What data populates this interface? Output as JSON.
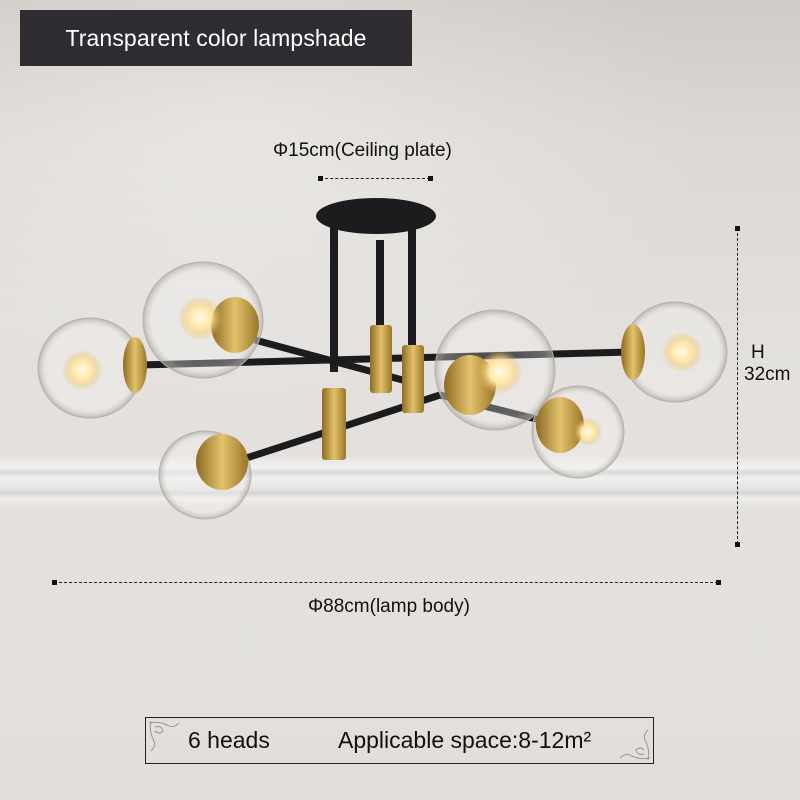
{
  "title": "Transparent color lampshade",
  "dimensions": {
    "ceiling_plate": "Φ15cm(Ceiling plate)",
    "height_label": "H",
    "height_value": "32cm",
    "lamp_body": "Φ88cm(lamp body)"
  },
  "specs": {
    "heads": "6 heads",
    "applicable_space": "Applicable space:8-12m²"
  },
  "colors": {
    "title_bg": "#2f2d31",
    "metal_black": "#1c1c1e",
    "brass": "#c9a24a"
  }
}
